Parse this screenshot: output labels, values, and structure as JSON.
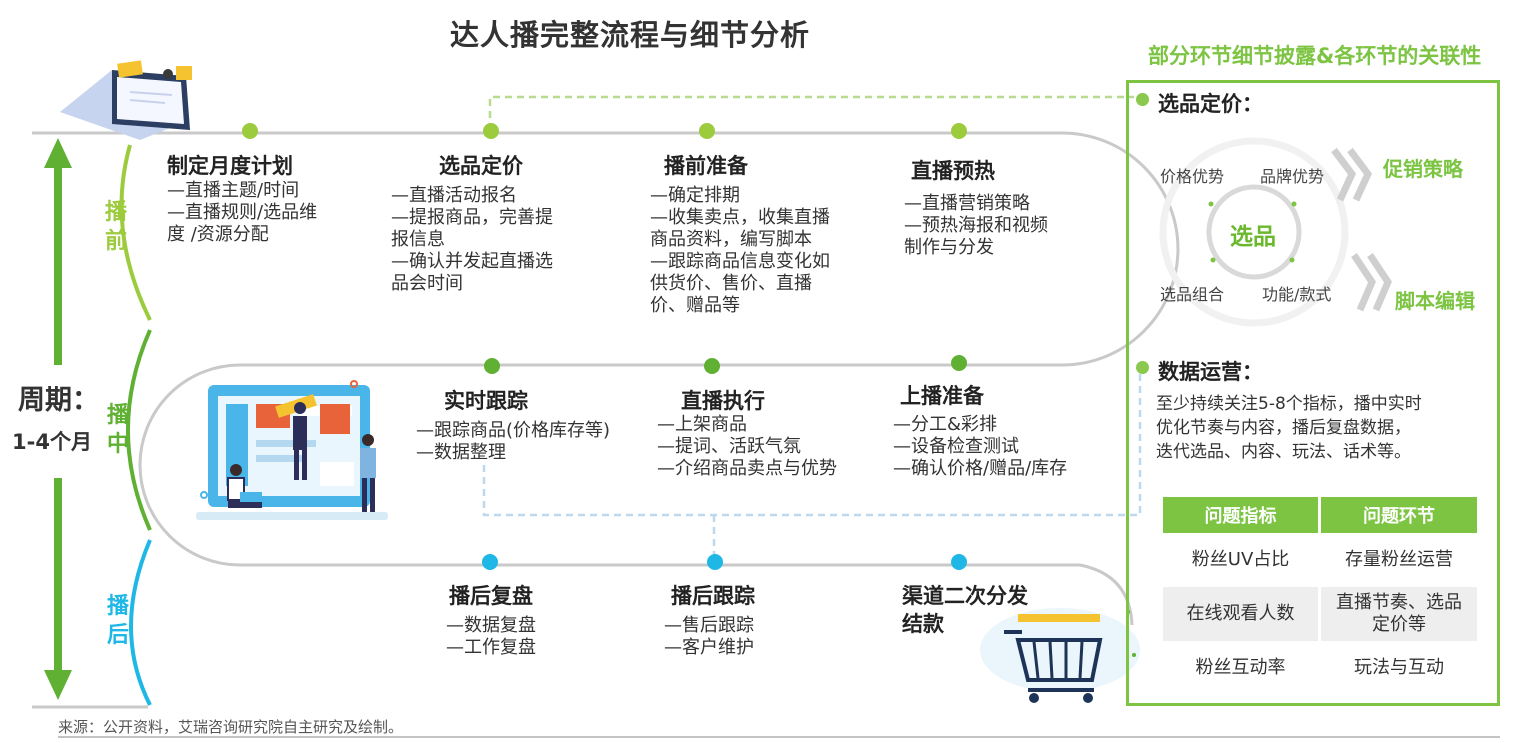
{
  "title": "达人播完整流程与细节分析",
  "right_title": "部分环节细节披露&各环节的关联性",
  "cycle": {
    "label": "周期：",
    "value": "1-4个月"
  },
  "phases": [
    {
      "name": "播前",
      "color": "#9ccb3d"
    },
    {
      "name": "播中",
      "color": "#5fb033"
    },
    {
      "name": "播后",
      "color": "#1fb8e6"
    }
  ],
  "stages": [
    {
      "title": "制定月度计划",
      "items": [
        "—直播主题/时间",
        "—直播规则/选品维",
        "度  /资源分配"
      ]
    },
    {
      "title": "选品定价",
      "items": [
        "—直播活动报名",
        "—提报商品，完善提",
        "报信息",
        "—确认并发起直播选",
        "品会时间"
      ]
    },
    {
      "title": "播前准备",
      "items": [
        "—确定排期",
        "—收集卖点，收集直播",
        "商品资料，编写脚本",
        "—跟踪商品信息变化如",
        "供货价、售价、直播",
        "价、赠品等"
      ]
    },
    {
      "title": "直播预热",
      "items": [
        "—直播营销策略",
        "—预热海报和视频",
        "  制作与分发"
      ]
    },
    {
      "title": "实时跟踪",
      "items": [
        "—跟踪商品(价格库存等)",
        "—数据整理"
      ]
    },
    {
      "title": "直播执行",
      "items": [
        "—上架商品",
        "—提词、活跃气氛",
        "—介绍商品卖点与优势"
      ]
    },
    {
      "title": "上播准备",
      "items": [
        "—分工&彩排",
        "—设备检查测试",
        "—确认价格/赠品/库存"
      ]
    },
    {
      "title": "播后复盘",
      "items": [
        "—数据复盘",
        "—工作复盘"
      ]
    },
    {
      "title": "播后跟踪",
      "items": [
        "—售后跟踪",
        "—客户维护"
      ]
    },
    {
      "title": "渠道二次分发",
      "items": [
        "结款"
      ]
    }
  ],
  "panel": {
    "selection": {
      "heading": "选品定价：",
      "center": "选品",
      "advantages": [
        "价格优势",
        "品牌优势",
        "选品组合",
        "功能/款式"
      ],
      "strategies": [
        "促销策略",
        "脚本编辑"
      ]
    },
    "data_ops": {
      "heading": "数据运营：",
      "description": [
        "至少持续关注5-8个指标，播中实时",
        "优化节奏与内容，播后复盘数据，",
        "迭代选品、内容、玩法、话术等。"
      ]
    },
    "table": {
      "headers": [
        "问题指标",
        "问题环节"
      ],
      "rows": [
        [
          "粉丝UV占比",
          "存量粉丝运营"
        ],
        [
          "在线观看人数",
          "直播节奏、选品定价等"
        ],
        [
          "粉丝互动率",
          "玩法与互动"
        ]
      ]
    }
  },
  "source": "来源：公开资料，艾瑞咨询研究院自主研究及绘制。",
  "colors": {
    "green": "#7cc442",
    "light_green": "#9ccb3d",
    "mid_green": "#5fb033",
    "blue": "#1fb8e6",
    "gray_line": "#c9c9c9"
  }
}
